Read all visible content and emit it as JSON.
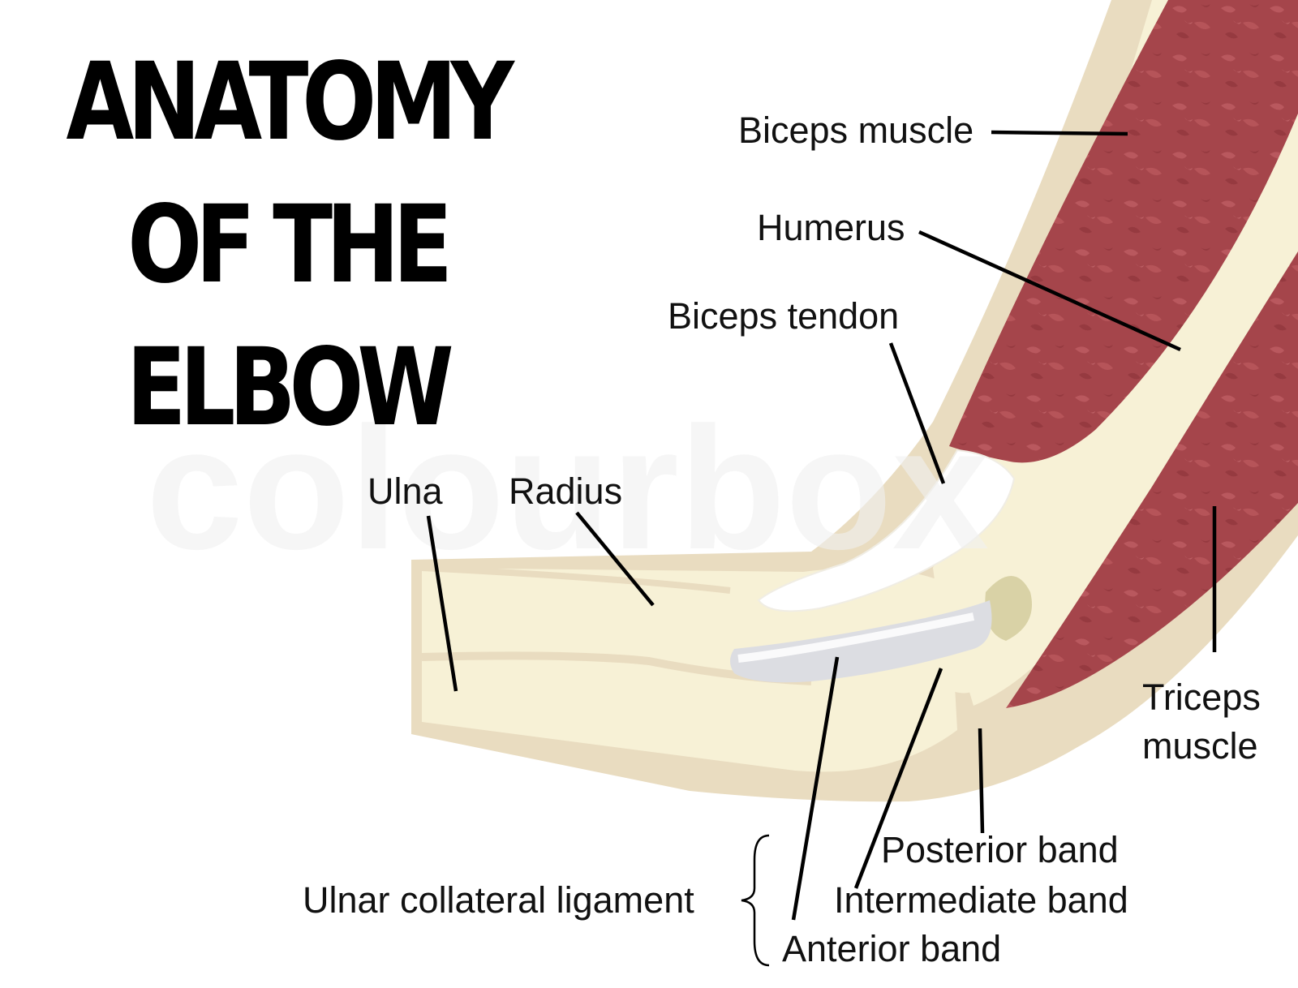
{
  "title": {
    "line1": "ANATOMY OF THE",
    "line2": "ELBOW"
  },
  "watermark": "colourbox",
  "labels": {
    "biceps_muscle": "Biceps muscle",
    "humerus": "Humerus",
    "biceps_tendon": "Biceps tendon",
    "ulna": "Ulna",
    "radius": "Radius",
    "triceps_line1": "Triceps",
    "triceps_line2": "muscle",
    "ulnar_collateral_ligament": "Ulnar collateral ligament",
    "posterior_band": "Posterior band",
    "intermediate_band": "Intermediate band",
    "anterior_band": "Anterior band"
  },
  "colors": {
    "muscle": "#a5454b",
    "muscle_highlight": "#b9585e",
    "bone": "#f7f1d6",
    "bone_edge": "#e9dcc0",
    "tendon": "#ffffff",
    "ligament": "#dcdde2",
    "cartilage": "#d9d2a6"
  }
}
